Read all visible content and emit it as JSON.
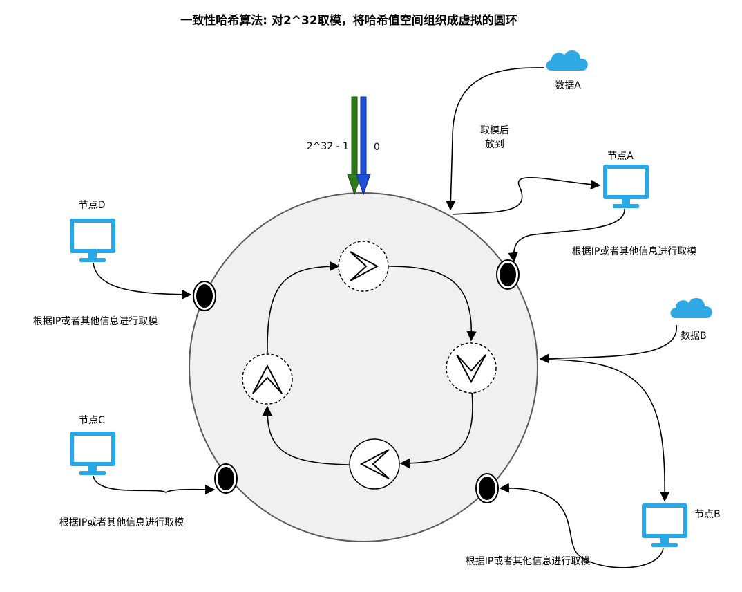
{
  "title": "一致性哈希算法: 对2^32取模，将哈希值空间组织成虚拟的圆环",
  "ring": {
    "start_label": "0",
    "end_label": "2^32 - 1"
  },
  "data_items": {
    "a": {
      "label": "数据A"
    },
    "b": {
      "label": "数据B"
    }
  },
  "mapping_label": [
    "取模后",
    "放到"
  ],
  "nodes": {
    "a": {
      "label": "节点A",
      "note": "根据IP或者其他信息进行取模"
    },
    "b": {
      "label": "节点B",
      "note": "根据IP或者其他信息进行取模"
    },
    "c": {
      "label": "节点C",
      "note": "根据IP或者其他信息进行取模"
    },
    "d": {
      "label": "节点D",
      "note": "根据IP或者其他信息进行取模"
    }
  },
  "colors": {
    "ring_fill": "#f0f0f0",
    "ring_stroke": "#5a5a5a",
    "monitor": "#29a8e8",
    "cloud": "#2fa9e3",
    "arrow_green": "#2d7a1a",
    "arrow_blue": "#1f4fd6"
  },
  "icons": {
    "monitor": "monitor-icon",
    "cloud": "cloud-icon",
    "node_marker": "node-marker-icon"
  }
}
